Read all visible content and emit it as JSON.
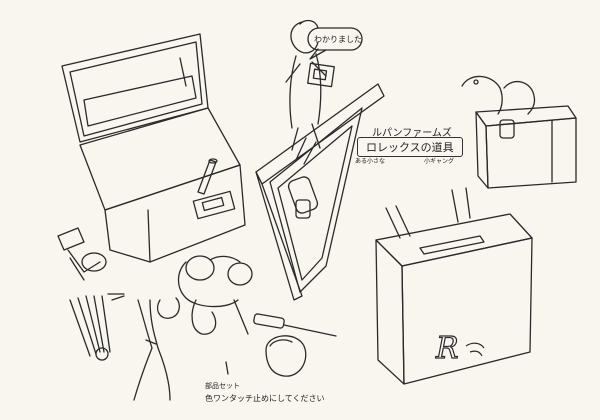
{
  "title_line": "ルパンファームズ",
  "item_name": "ロレックスの道具",
  "speech_bubble": "わかりました",
  "small_label_left": "ある小さな",
  "small_label_right": "小ギャング",
  "note_line1": "部品セット",
  "note_line2": "色ワンタッチ止めにしてください",
  "suitcase_letter": "R",
  "colors": {
    "paper": "#f8f6ee",
    "ink": "#2a2a2a"
  }
}
